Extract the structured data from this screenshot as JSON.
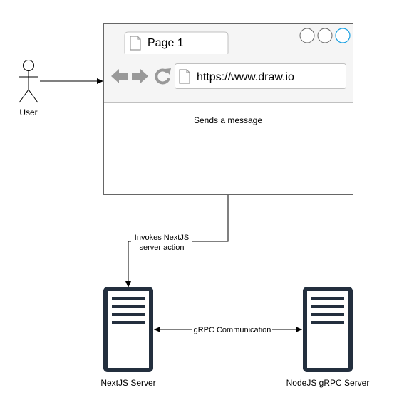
{
  "actor": {
    "label": "User"
  },
  "browser": {
    "tab_title": "Page 1",
    "url": "https://www.draw.io",
    "content_text": "Sends a message"
  },
  "connectors": {
    "browser_to_next_label_line1": "Invokes NextJS",
    "browser_to_next_label_line2": "server action",
    "grpc_label": "gRPC Communication"
  },
  "servers": {
    "next": {
      "label": "NextJS Server"
    },
    "node": {
      "label": "NodeJS gRPC Server"
    }
  },
  "colors": {
    "stroke": "#000000",
    "browser_border": "#666666",
    "browser_chrome": "#f5f5f5",
    "browser_icon_gray": "#999999",
    "window_button_accent": "#1ba1e2",
    "server_dark": "#232f3e"
  },
  "icons": {
    "back": "back-arrow-icon",
    "forward": "forward-arrow-icon",
    "reload": "reload-icon",
    "page": "page-icon",
    "server": "server-icon",
    "actor": "stick-figure-icon"
  }
}
